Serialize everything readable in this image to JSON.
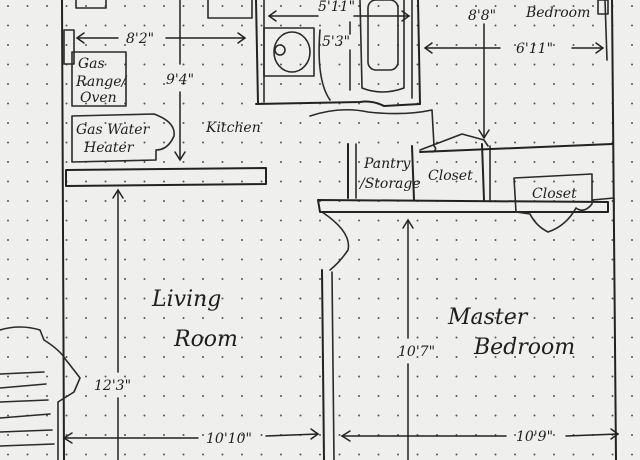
{
  "rooms": {
    "living_room": [
      "Living",
      "Room"
    ],
    "master_bedroom": [
      "Master",
      "Bedroom"
    ],
    "kitchen": "Kitchen",
    "bedroom_top": "Bedroom"
  },
  "fixtures": {
    "gas_range": [
      "Gas",
      "Range/",
      "Oven"
    ],
    "water_heater": [
      "Gas Water",
      "Heater"
    ],
    "pantry": [
      "Pantry",
      "/Storage"
    ],
    "closet_small": "Closet",
    "closet_master": "Closet"
  },
  "dimensions": {
    "kitchen_width": "8'2\"",
    "kitchen_depth": "9'4\"",
    "bath_width": "5'11\"",
    "bath_depth": "5'3\"",
    "bedroom_depth": "8'8\"",
    "bedroom_width": "6'11\"",
    "living_depth": "12'3\"",
    "living_width": "10'10\"",
    "master_depth": "10'7\"",
    "master_width": "10'9\""
  },
  "colors": {
    "paper": "#efefed",
    "ink": "#222222",
    "dots": "#555555"
  }
}
